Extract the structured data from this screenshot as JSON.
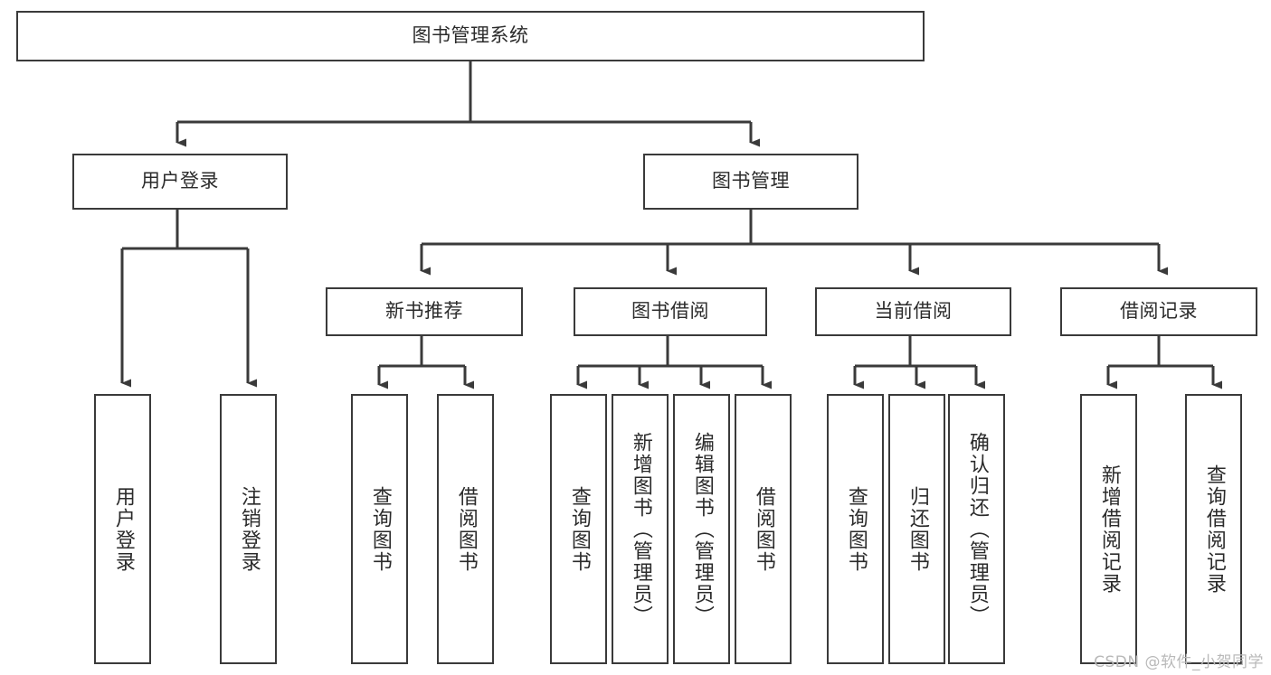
{
  "diagram": {
    "type": "tree-hierarchy-chart",
    "title_node": {
      "label": "图书管理系统"
    },
    "level2": [
      {
        "id": "user-login",
        "label": "用户登录"
      },
      {
        "id": "book-management",
        "label": "图书管理"
      }
    ],
    "level3": [
      {
        "id": "new-book-recommend",
        "label": "新书推荐"
      },
      {
        "id": "book-borrow",
        "label": "图书借阅"
      },
      {
        "id": "current-borrow",
        "label": "当前借阅"
      },
      {
        "id": "borrow-record",
        "label": "借阅记录"
      }
    ],
    "leaves": {
      "user-login": [
        {
          "id": "leaf-user-login",
          "label": "用户登录"
        },
        {
          "id": "leaf-logout-login",
          "label": "注销登录"
        }
      ],
      "new-book-recommend": [
        {
          "id": "leaf-query-book-1",
          "label": "查询图书"
        },
        {
          "id": "leaf-borrow-book-1",
          "label": "借阅图书"
        }
      ],
      "book-borrow": [
        {
          "id": "leaf-query-book-2",
          "label": "查询图书"
        },
        {
          "id": "leaf-add-book",
          "label": "新增图书（管理员）"
        },
        {
          "id": "leaf-edit-book",
          "label": "编辑图书（管理员）"
        },
        {
          "id": "leaf-borrow-book-2",
          "label": "借阅图书"
        }
      ],
      "current-borrow": [
        {
          "id": "leaf-query-book-3",
          "label": "查询图书"
        },
        {
          "id": "leaf-return-book",
          "label": "归还图书"
        },
        {
          "id": "leaf-confirm-return",
          "label": "确认归还（管理员）"
        }
      ],
      "borrow-record": [
        {
          "id": "leaf-add-record",
          "label": "新增借阅记录"
        },
        {
          "id": "leaf-query-record",
          "label": "查询借阅记录"
        }
      ]
    }
  },
  "watermark": {
    "text": "CSDN @软件_小贺同学"
  },
  "colors": {
    "stroke": "#3a3a3a",
    "background": "#ffffff",
    "text": "#2b2b2b",
    "watermark": "#b9b9b9"
  }
}
